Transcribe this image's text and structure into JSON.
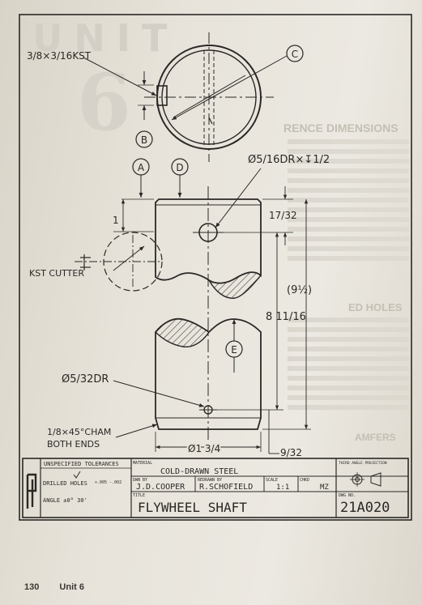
{
  "drawing": {
    "note_kst": "3/8×3/16KST",
    "callout_c": "C",
    "callout_b": "B",
    "callout_a": "A",
    "callout_d": "D",
    "callout_e": "E",
    "drill_note": "Ø5/16DR×↧1/2",
    "dim_17_32": "17/32",
    "dim_1": "1",
    "kst_cutter": "KST CUTTER",
    "dim_9_half": "(9½)",
    "dim_8_11_16": "8 11/16",
    "drill_note_2": "Ø5/32DR",
    "chamfer_note_line1": "1/8×45°CHAM",
    "chamfer_note_line2": "BOTH ENDS",
    "dim_dia": "Ø1 3/4",
    "dim_9_32": "9/32"
  },
  "title_block": {
    "unspecified_tolerances": "UNSPECIFIED TOLERANCES",
    "drilled_holes": "DRILLED HOLES",
    "drilled_tol": "+.005 -.002",
    "angle": "ANGLE ±0° 30'",
    "material_label": "MATERIAL",
    "material": "COLD-DRAWN STEEL",
    "dwn_by_label": "DWN BY",
    "dwn_by": "J.D.COOPER",
    "redrawn_by_label": "REDRAWN BY",
    "redrawn_by": "R.SCHOFIELD",
    "scale_label": "SCALE",
    "scale": "1:1",
    "chkd_label": "CHKD",
    "chkd": "MZ",
    "projection_label": "THIRD ANGLE PROJECTION",
    "title_label": "TITLE",
    "title": "FLYWHEEL SHAFT",
    "dwg_no_label": "DWG NO.",
    "dwg_no": "21A020"
  },
  "footer": {
    "page_number": "130",
    "unit": "Unit 6"
  }
}
